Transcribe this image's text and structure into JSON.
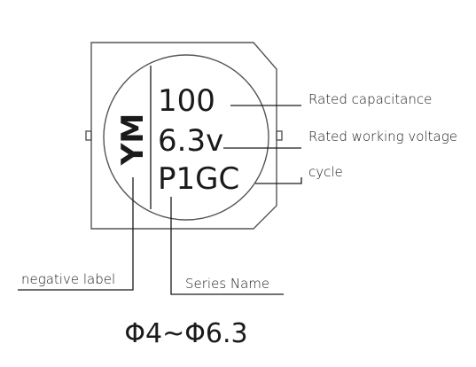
{
  "capacitor": {
    "logo_text": "YM",
    "capacitance": "100",
    "voltage": "6.3v",
    "series": "P1GC"
  },
  "labels": {
    "rated_capacitance": "Rated capacitance",
    "rated_working_voltage": "Rated working voltage",
    "cycle": "cycle",
    "negative_label": "negative label",
    "series_name": "Series Name"
  },
  "size_range": "Φ4~Φ6.3",
  "colors": {
    "ink": "#1a1a1a",
    "outline": "#555555"
  }
}
